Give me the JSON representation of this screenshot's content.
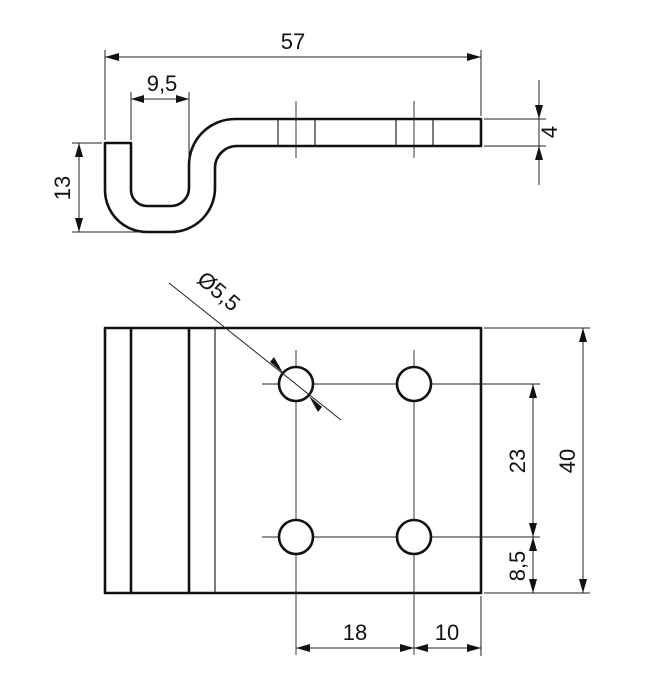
{
  "side_view": {
    "overall_length": "57",
    "hook_width": "9,5",
    "hook_height": "13",
    "thickness": "4"
  },
  "plan_view": {
    "hole_diameter": "Ø5,5",
    "hole_spacing_vertical": "23",
    "overall_height": "40",
    "hole_edge_offset": "8,5",
    "hole_spacing_horizontal": "18",
    "hole_edge_offset_right": "10"
  }
}
